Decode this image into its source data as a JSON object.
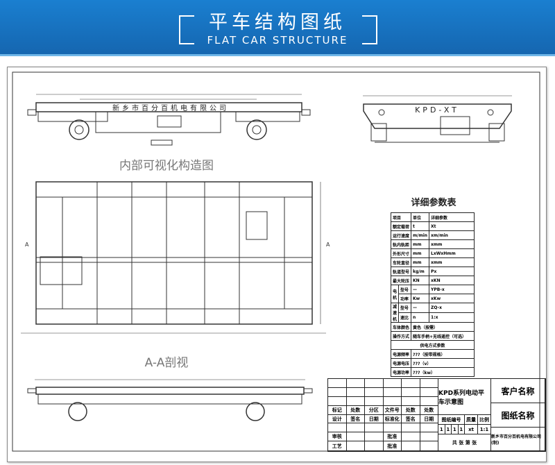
{
  "header": {
    "title_cn": "平车结构图纸",
    "title_en": "FLAT CAR STRUCTURE"
  },
  "drawing": {
    "side_view_company": "新乡市百分百机电有限公司",
    "end_view_model": "KPD-XT",
    "plan_view_title": "内部可视化构造图",
    "section_title": "A-A剖视",
    "section_marker": "A",
    "params_title": "详细参数表"
  },
  "params": {
    "header": [
      "项目",
      "单位",
      "详细参数"
    ],
    "rows": [
      [
        "额定载荷",
        "t",
        "Xt"
      ],
      [
        "运行速度",
        "m/min",
        "xm/min"
      ],
      [
        "轨内轨距",
        "mm",
        "xmm"
      ],
      [
        "外形尺寸",
        "mm",
        "LxWxHmm"
      ],
      [
        "车轮直径",
        "mm",
        "xmm"
      ],
      [
        "轨道型号",
        "kg/m",
        "Px"
      ],
      [
        "最大轮压",
        "KN",
        "xKN"
      ]
    ],
    "motor_label": "电机",
    "motor_rows": [
      [
        "型号",
        "—",
        "YPB-x"
      ],
      [
        "功率",
        "Kw",
        "xKw"
      ]
    ],
    "reducer_label": "减速机",
    "reducer_rows": [
      [
        "型号",
        "—",
        "ZQ-x"
      ],
      [
        "速比",
        "n",
        "1:x"
      ]
    ],
    "color_row": [
      "车体颜色",
      "黄色（按需）"
    ],
    "operation_row": [
      "操作方式",
      "随车手柄+无线遥控（可选）"
    ],
    "power_section": "供电方式参数",
    "power_rows": [
      [
        "电源频率",
        "???（按带规格）"
      ],
      [
        "电源电压",
        "???（v）"
      ],
      [
        "电源功率",
        "???（kw）"
      ]
    ]
  },
  "title_block": {
    "row_a": [
      "标记",
      "处数",
      "分区",
      "文件号",
      "处数",
      "处数"
    ],
    "row_b": [
      "设计",
      "签名",
      "日期",
      "标准化",
      "签名",
      "日期"
    ],
    "row_c": [
      "审核",
      "",
      "",
      "批准",
      "",
      ""
    ],
    "row_d": [
      "工艺",
      "",
      "",
      "批准",
      "",
      ""
    ],
    "drawing_name": "KPD系列电动平车示意图",
    "meta_labels": [
      "图纸编号",
      "质量",
      "比例"
    ],
    "meta_values": [
      "1",
      "1",
      "1",
      "1",
      "xt",
      "1:1"
    ],
    "sheets": "共 张   第 张",
    "customer": "客户名称",
    "drawing_title": "图纸名称",
    "company": "新乡市百分百机电有限公司(制)"
  }
}
